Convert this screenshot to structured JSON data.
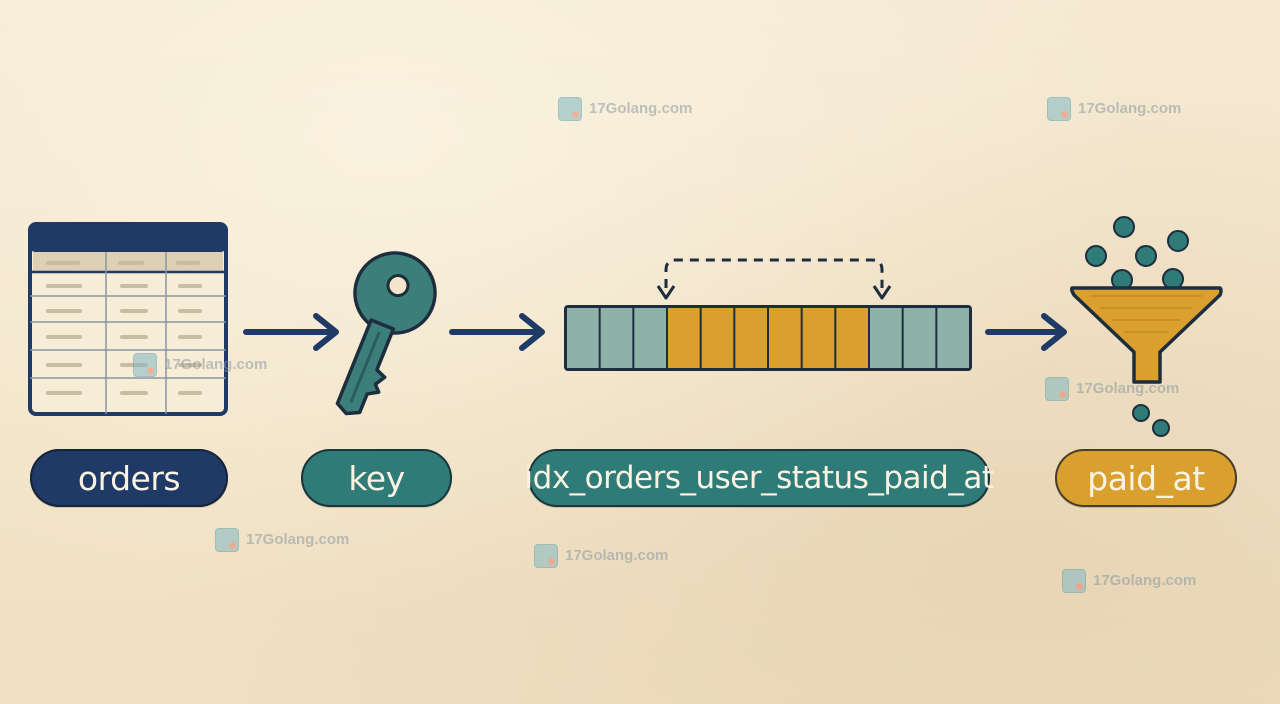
{
  "labels": {
    "table": "orders",
    "key": "key",
    "index": "idx_orders_user_status_paid_at",
    "filter": "paid_at"
  },
  "watermark": {
    "text": "17Golang.com",
    "count": 7
  },
  "colors": {
    "navy": "#1f3a66",
    "teal": "#2f7b78",
    "gold": "#d9a02e",
    "sage": "#8fb2a8",
    "ink": "#1e2d3d",
    "paper": "#f3e6cc"
  },
  "index_strip": {
    "total_cells": 12,
    "highlighted_from": 3,
    "highlighted_to": 9
  },
  "icons": [
    "table-icon",
    "key-icon",
    "index-strip-icon",
    "funnel-icon",
    "arrow-icon"
  ]
}
